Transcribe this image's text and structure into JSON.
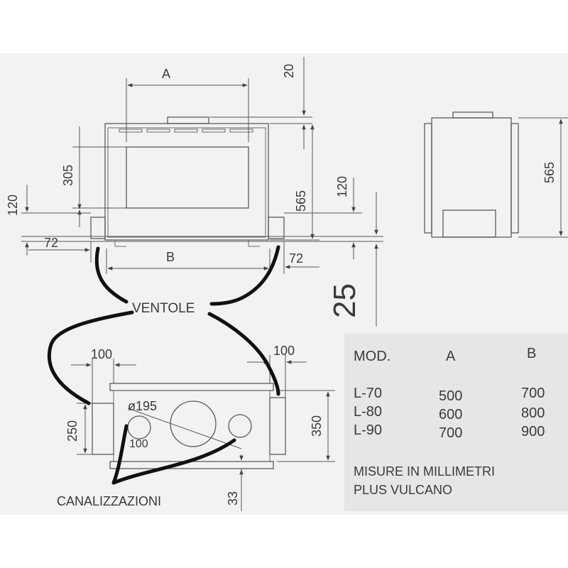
{
  "dims": {
    "A": "A",
    "B": "B",
    "d20": "20",
    "d305": "305",
    "d565_front": "565",
    "d120_right": "120",
    "d120_left": "120",
    "d72_left": "72",
    "d72_right": "72",
    "d25": "25",
    "d565_side": "565",
    "d100_left": "100",
    "d100_right": "100",
    "d250": "250",
    "d350": "350",
    "dia195": "ø195",
    "d100_inner": "100",
    "d33": "33"
  },
  "labels": {
    "ventole": "VENTOLE",
    "canalizzazioni": "CANALIZZAZIONI"
  },
  "table": {
    "headers": [
      "MOD.",
      "A",
      "B"
    ],
    "rows": [
      [
        "L-70",
        "500",
        "700"
      ],
      [
        "L-80",
        "600",
        "800"
      ],
      [
        "L-90",
        "700",
        "900"
      ]
    ],
    "note1": "MISURE IN MILLIMETRI",
    "note2": "PLUS VULCANO"
  },
  "colors": {
    "paper": "#f2f2f2",
    "table_bg": "#e6e6e6",
    "ink": "#3a3a3a",
    "marker": "#111111"
  }
}
